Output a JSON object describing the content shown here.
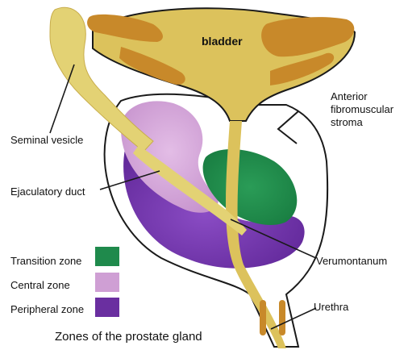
{
  "title": "Zones of the prostate gland",
  "labels": {
    "bladder": "bladder",
    "anterior": [
      "Anterior",
      "fibromuscular",
      "stroma"
    ],
    "seminal_vesicle": "Seminal vesicle",
    "ejaculatory_duct": "Ejaculatory duct",
    "verumontanum": "Verumontanum",
    "urethra": "Urethra"
  },
  "legend": [
    {
      "label": "Transition zone",
      "color": "#1f8a4c"
    },
    {
      "label": "Central zone",
      "color": "#cf9fd4"
    },
    {
      "label": "Peripheral zone",
      "color": "#6a2fa0"
    }
  ],
  "colors": {
    "bladder_fill": "#dcc25c",
    "muscle_fill": "#c8892a",
    "seminal_fill": "#e3d274",
    "outline": "#1a1a1a"
  }
}
